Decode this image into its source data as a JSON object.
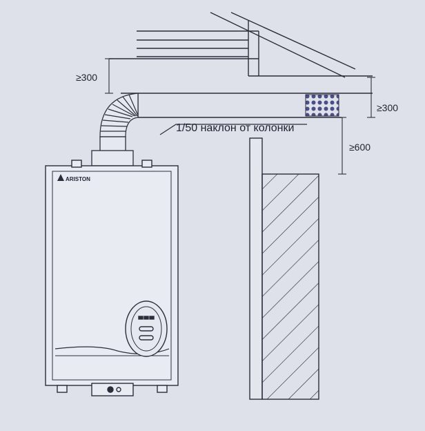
{
  "labels": {
    "roof_clearance": "≥300",
    "pipe_clearance": "≥300",
    "wall_clearance": "≥600",
    "slope_note": "1/50 наклон от колонки"
  },
  "brand": {
    "logo_text": "ARISTON"
  },
  "colors": {
    "paper": "#dfe1ea",
    "ink": "#2a2d3a",
    "boiler_body": "#e9ebf2",
    "vent_grille": "#4a4f88"
  }
}
